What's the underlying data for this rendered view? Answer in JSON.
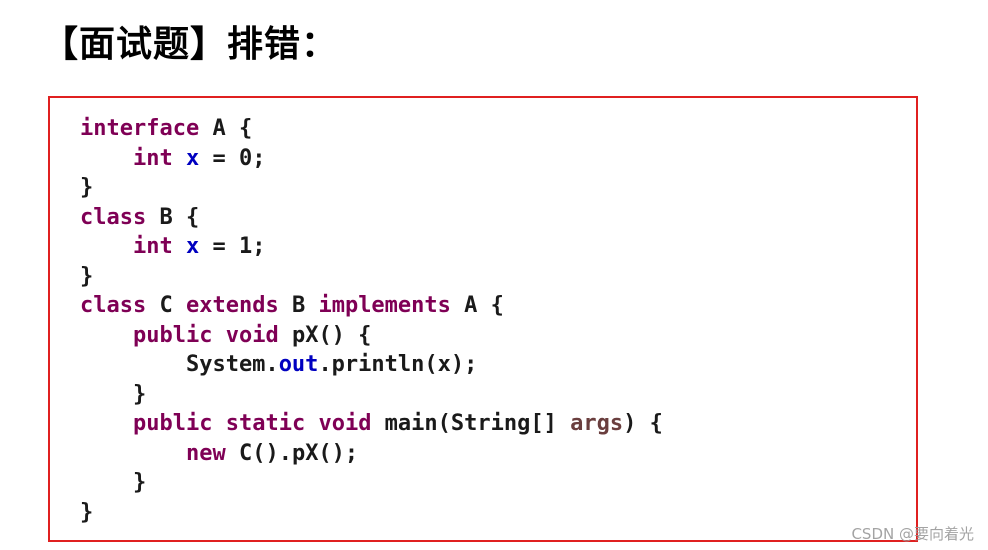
{
  "title": "【面试题】排错：",
  "colors": {
    "keyword": "#7f0055",
    "field": "#0000c0",
    "param": "#6a3e3e",
    "plain": "#1a1a1a",
    "border": "#e02020"
  },
  "code_lines": [
    [
      {
        "t": "interface",
        "k": "keyword"
      },
      {
        "t": " A {",
        "k": "plain"
      }
    ],
    [
      {
        "t": "    ",
        "k": "plain"
      },
      {
        "t": "int",
        "k": "keyword"
      },
      {
        "t": " ",
        "k": "plain"
      },
      {
        "t": "x",
        "k": "field"
      },
      {
        "t": " = 0;",
        "k": "plain"
      }
    ],
    [
      {
        "t": "}",
        "k": "plain"
      }
    ],
    [
      {
        "t": "class",
        "k": "keyword"
      },
      {
        "t": " B {",
        "k": "plain"
      }
    ],
    [
      {
        "t": "    ",
        "k": "plain"
      },
      {
        "t": "int",
        "k": "keyword"
      },
      {
        "t": " ",
        "k": "plain"
      },
      {
        "t": "x",
        "k": "field"
      },
      {
        "t": " = 1;",
        "k": "plain"
      }
    ],
    [
      {
        "t": "}",
        "k": "plain"
      }
    ],
    [
      {
        "t": "class",
        "k": "keyword"
      },
      {
        "t": " C ",
        "k": "plain"
      },
      {
        "t": "extends",
        "k": "keyword"
      },
      {
        "t": " B ",
        "k": "plain"
      },
      {
        "t": "implements",
        "k": "keyword"
      },
      {
        "t": " A {",
        "k": "plain"
      }
    ],
    [
      {
        "t": "    ",
        "k": "plain"
      },
      {
        "t": "public",
        "k": "keyword"
      },
      {
        "t": " ",
        "k": "plain"
      },
      {
        "t": "void",
        "k": "keyword"
      },
      {
        "t": " pX() {",
        "k": "plain"
      }
    ],
    [
      {
        "t": "        System.",
        "k": "plain"
      },
      {
        "t": "out",
        "k": "field"
      },
      {
        "t": ".println(x);",
        "k": "plain"
      }
    ],
    [
      {
        "t": "    }",
        "k": "plain"
      }
    ],
    [
      {
        "t": "    ",
        "k": "plain"
      },
      {
        "t": "public",
        "k": "keyword"
      },
      {
        "t": " ",
        "k": "plain"
      },
      {
        "t": "static",
        "k": "keyword"
      },
      {
        "t": " ",
        "k": "plain"
      },
      {
        "t": "void",
        "k": "keyword"
      },
      {
        "t": " main(String[] ",
        "k": "plain"
      },
      {
        "t": "args",
        "k": "param"
      },
      {
        "t": ") {",
        "k": "plain"
      }
    ],
    [
      {
        "t": "        ",
        "k": "plain"
      },
      {
        "t": "new",
        "k": "keyword"
      },
      {
        "t": " C().pX();",
        "k": "plain"
      }
    ],
    [
      {
        "t": "    }",
        "k": "plain"
      }
    ],
    [
      {
        "t": "}",
        "k": "plain"
      }
    ]
  ],
  "watermark": "CSDN @要向着光"
}
